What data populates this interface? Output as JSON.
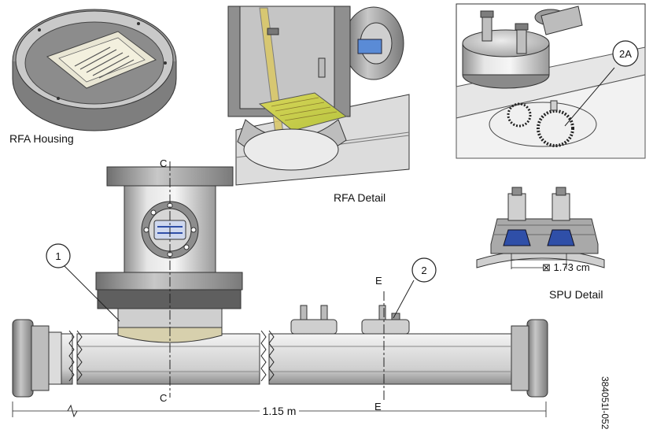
{
  "captions": {
    "rfa_housing": "RFA Housing",
    "rfa_detail": "RFA Detail",
    "spu_detail": "SPU Detail"
  },
  "callouts": {
    "one": "1",
    "two": "2",
    "two_a": "2A"
  },
  "section_marks": {
    "c_top": "C",
    "c_bottom": "C",
    "e_top": "E",
    "e_bottom": "E"
  },
  "dimensions": {
    "overall_length": "1.15 m",
    "spu_diameter": "⊠ 1.73 cm"
  },
  "figure_id": "384051I-052",
  "colors": {
    "steel_light": "#e6e6e6",
    "steel_mid": "#b8b8b8",
    "steel_dark": "#555555",
    "pcb_green": "#c9d24a",
    "pcb_yellow": "#e2c54a",
    "connector_blue": "#2f4fa8",
    "line": "#222222"
  }
}
